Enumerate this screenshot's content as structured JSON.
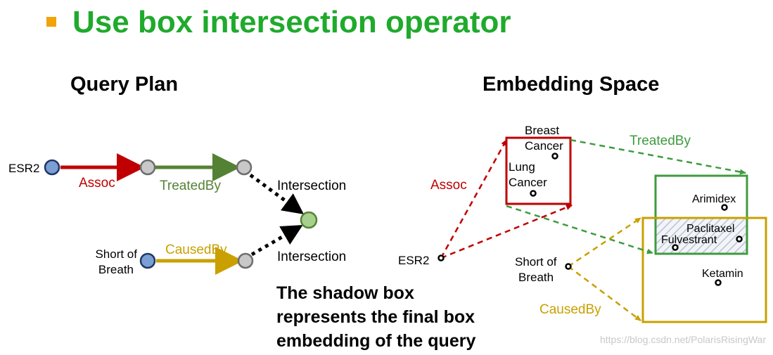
{
  "slide": {
    "bullet_color": "#f0a30a",
    "title": "Use box intersection operator",
    "title_color": "#1faa2c",
    "watermark": "https://blog.csdn.net/PolarisRisingWar"
  },
  "query_plan": {
    "heading": "Query Plan",
    "nodes": {
      "esr2": "ESR2",
      "short_of_breath": [
        "Short of",
        "Breath"
      ]
    },
    "edges": {
      "assoc": "Assoc",
      "treated_by": "TreatedBy",
      "caused_by": "CausedBy",
      "intersection_top": "Intersection",
      "intersection_bottom": "Intersection"
    },
    "colors": {
      "assoc": "#c00000",
      "treated_by": "#548235",
      "caused_by": "#c9a000",
      "anchor_node": "#7b9fd4",
      "variable_node": "#c8c8c8",
      "target_node": "#a8d08d"
    }
  },
  "embedding_space": {
    "heading": "Embedding Space",
    "points": {
      "esr2": "ESR2",
      "short_of_breath": [
        "Short of",
        "Breath"
      ],
      "breast_cancer": [
        "Breast",
        "Cancer"
      ],
      "lung_cancer": [
        "Lung",
        "Cancer"
      ],
      "arimidex": "Arimidex",
      "paclitaxel": "Paclitaxel",
      "fulvestrant": "Fulvestrant",
      "ketamin": "Ketamin"
    },
    "relations": {
      "assoc": "Assoc",
      "treated_by": "TreatedBy",
      "caused_by": "CausedBy"
    }
  },
  "caption": [
    "The shadow box",
    "represents the final box",
    "embedding of the query"
  ]
}
